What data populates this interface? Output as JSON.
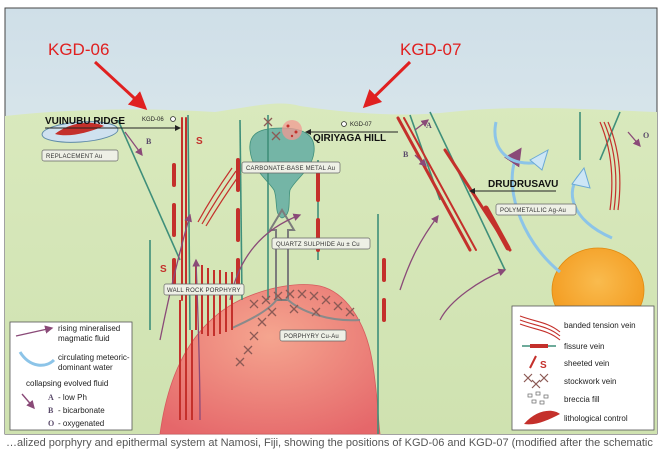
{
  "callouts": {
    "kgd06_big": "KGD-06",
    "kgd07_big": "KGD-07",
    "kgd06_small": "KGD-06",
    "kgd07_small": "KGD-07"
  },
  "place_names": {
    "vuinubu": "VUINUBU RIDGE",
    "qiriyaga": "QIRIYAGA HILL",
    "drudrusavu": "DRUDRUSAVU"
  },
  "boxes": {
    "replacement": "REPLACEMENT Au",
    "carbonate": "CARBONATE-BASE METAL Au",
    "quartz": "QUARTZ SULPHIDE Au ± Cu",
    "wallrock": "WALL ROCK PORPHYRY",
    "porphyry": "PORPHYRY Cu-Au",
    "polymetallic": "POLYMETALLIC Ag-Au"
  },
  "markers": {
    "s1": "S",
    "s2": "S",
    "a": "A",
    "b1": "B",
    "b2": "B",
    "o": "O"
  },
  "legend_left": {
    "rising_1": "rising mineralised",
    "rising_2": "magmatic fluid",
    "circulating_1": "circulating meteoric-",
    "circulating_2": "dominant water",
    "collapsing": "collapsing evolved fluid",
    "a_letter": "A",
    "a_text": "- low Ph",
    "b_letter": "B",
    "b_text": "- bicarbonate",
    "o_letter": "O",
    "o_text": "- oxygenated"
  },
  "legend_right": {
    "banded": "banded tension vein",
    "fissure": "fissure vein",
    "sheeted_symbol": "S",
    "sheeted": "sheeted vein",
    "stockwork": "stockwork vein",
    "breccia": "breccia fill",
    "litho": "lithological control"
  },
  "colors": {
    "sky": "#dbe7ee",
    "ground": "#d6e6b8",
    "vein_red": "#c4302b",
    "fault_green": "#3f8f7a",
    "fluid_purple": "#8a4a78",
    "meteoric_blue": "#8cc4e8",
    "callout_red": "#e02020",
    "porphyry_pink": "#ee7f72",
    "intrusion_orange": "#f6a623",
    "carbonate_teal": "#6fb0a3"
  },
  "caption": "…alized porphyry and epithermal system at Namosi, Fiji, showing the positions of KGD-06 and KGD-07 (modified after the schematic of …)"
}
